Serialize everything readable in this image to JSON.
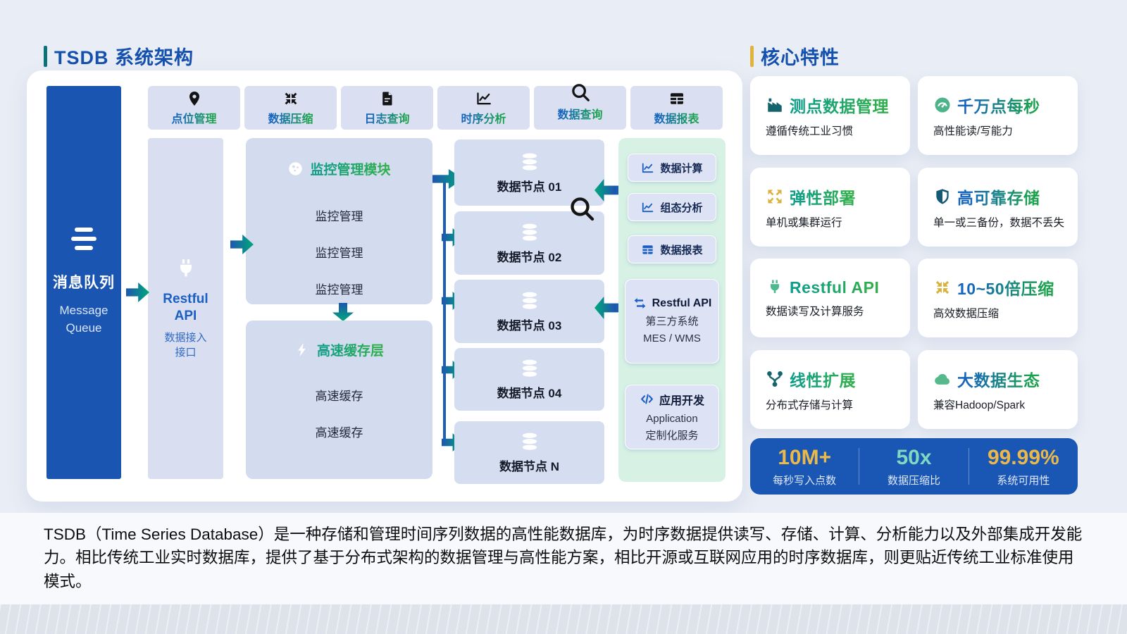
{
  "titles": {
    "architecture": "TSDB 系统架构",
    "features": "核心特性"
  },
  "colors": {
    "accent_blue": "#1b55b2",
    "accent_green": "#00a97a",
    "accent_gold": "#e2b33c",
    "title_blue": "#1450ae",
    "teal_bar": "#0c7277",
    "green_panel": "#d7f2e5"
  },
  "architecture": {
    "message_queue": {
      "icon": "menu-lines-icon",
      "title": "消息队列",
      "subtitle": "Message Queue"
    },
    "top_features": [
      {
        "icon": "location-pin-icon",
        "label": "点位管理"
      },
      {
        "icon": "compress-arrows-icon",
        "label": "数据压缩"
      },
      {
        "icon": "document-icon",
        "label": "日志查询"
      },
      {
        "icon": "line-chart-icon",
        "label": "时序分析"
      },
      {
        "icon": "search-icon",
        "label": "数据查询"
      },
      {
        "icon": "table-icon",
        "label": "数据报表"
      }
    ],
    "ingest": {
      "icon": "plug-icon",
      "title": "Restful API",
      "subtitle": "数据接入接口"
    },
    "monitor": {
      "icon": "dashboard-icon",
      "title": "监控管理模块",
      "items": [
        "监控管理",
        "监控管理",
        "监控管理"
      ]
    },
    "cache": {
      "icon": "lightning-icon",
      "title": "高速缓存层",
      "items": [
        "高速缓存",
        "高速缓存"
      ]
    },
    "nodes": [
      {
        "icon": "database-icon",
        "label": "数据节点 01"
      },
      {
        "icon": "database-icon",
        "label": "数据节点 02"
      },
      {
        "icon": "database-icon",
        "label": "数据节点 03"
      },
      {
        "icon": "database-icon",
        "label": "数据节点 04"
      },
      {
        "icon": "database-icon",
        "label": "数据节点 N"
      }
    ],
    "services": {
      "apps": [
        {
          "icon": "line-chart-icon",
          "label": "数据计算"
        },
        {
          "icon": "line-chart-icon",
          "label": "组态分析"
        },
        {
          "icon": "table-icon",
          "label": "数据报表"
        }
      ],
      "third_party": {
        "icon": "swap-arrows-icon",
        "title": "Restful API",
        "lines": [
          "第三方系统",
          "MES / WMS"
        ]
      },
      "app_dev": {
        "icon": "code-icon",
        "title": "应用开发",
        "lines": [
          "Application",
          "定制化服务"
        ]
      }
    }
  },
  "features": {
    "cards": [
      {
        "icon": "factory-icon",
        "title": "测点数据管理",
        "subtitle": "遵循传统工业习惯"
      },
      {
        "icon": "gauge-icon",
        "title": "千万点每秒",
        "subtitle": "高性能读/写能力"
      },
      {
        "icon": "expand-arrows-icon",
        "title": "弹性部署",
        "subtitle": "单机或集群运行"
      },
      {
        "icon": "shield-icon",
        "title": "高可靠存储",
        "subtitle": "单一或三备份，数据不丢失"
      },
      {
        "icon": "plug-icon",
        "title": "Restful API",
        "subtitle": "数据读写及计算服务"
      },
      {
        "icon": "compress-arrows-icon",
        "title": "10~50倍压缩",
        "subtitle": "高效数据压缩"
      },
      {
        "icon": "branch-icon",
        "title": "线性扩展",
        "subtitle": "分布式存储与计算"
      },
      {
        "icon": "cloud-icon",
        "title": "大数据生态",
        "subtitle": "兼容Hadoop/Spark"
      }
    ],
    "stats": [
      {
        "value": "10M+",
        "label": "每秒写入点数"
      },
      {
        "value": "50x",
        "label": "数据压缩比"
      },
      {
        "value": "99.99%",
        "label": "系统可用性"
      }
    ]
  },
  "description": "TSDB（Time Series Database）是一种存储和管理时间序列数据的高性能数据库，为时序数据提供读写、存储、计算、分析能力以及外部集成开发能力。相比传统工业实时数据库，提供了基于分布式架构的数据管理与高性能方案，相比开源或互联网应用的时序数据库，则更贴近传统工业标准使用模式。"
}
